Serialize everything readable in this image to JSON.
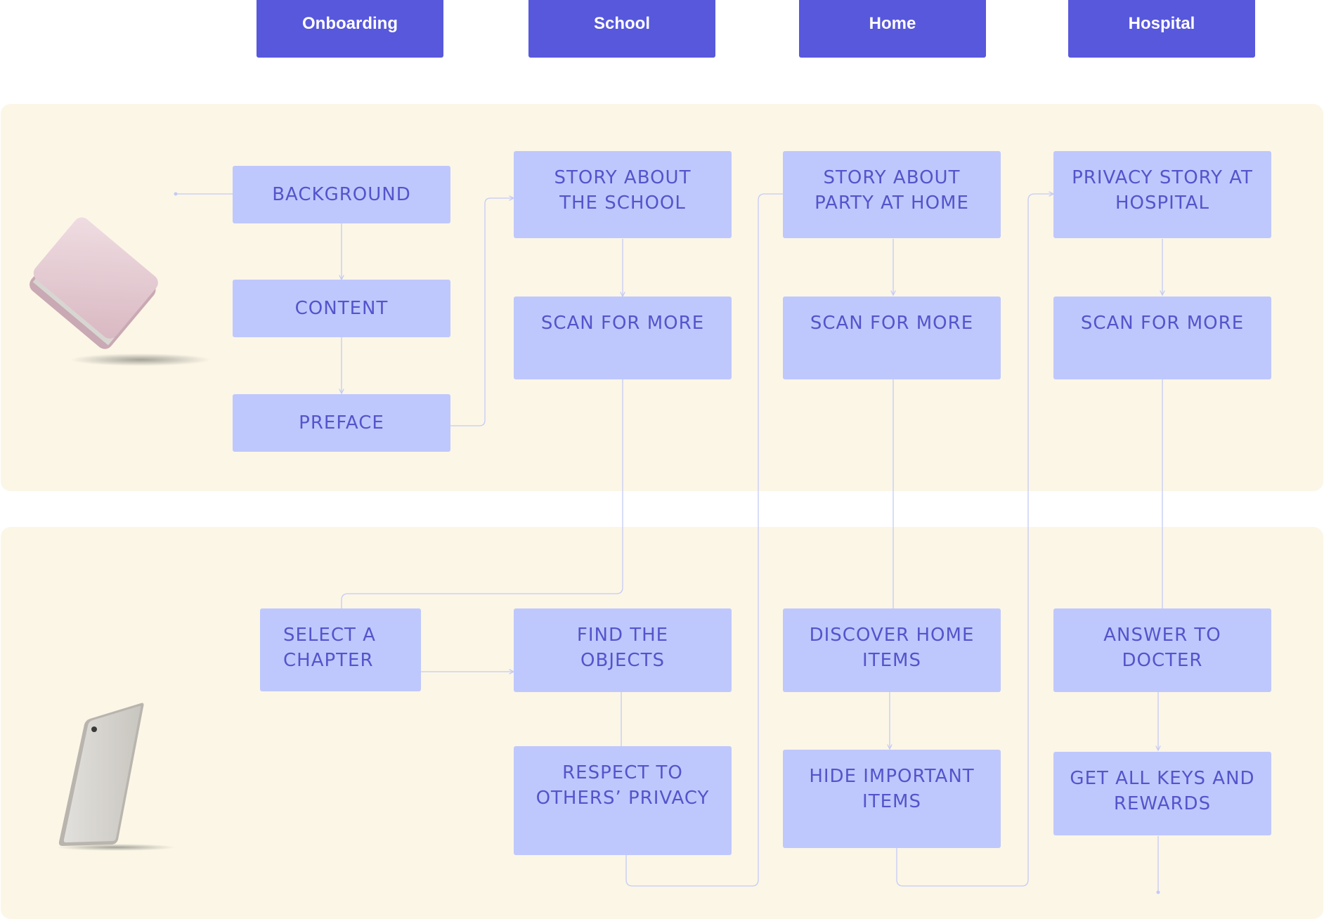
{
  "columns": {
    "onboarding": "Onboarding",
    "school": "School",
    "home": "Home",
    "hospital": "Hospital"
  },
  "nodes": {
    "background": "BACKGROUND",
    "content": "CONTENT",
    "preface": "PREFACE",
    "story_school": "STORY ABOUT THE SCHOOL",
    "story_home": "STORY ABOUT PARTY AT HOME",
    "story_hospital": "PRIVACY STORY AT HOSPITAL",
    "scan_school": "SCAN FOR MORE",
    "scan_home": "SCAN FOR MORE",
    "scan_hospital": "SCAN FOR MORE",
    "select_chapter": "SELECT A CHAPTER",
    "find_objects": "FIND THE OBJECTS",
    "discover_home": "DISCOVER HOME ITEMS",
    "answer_docter": "ANSWER TO DOCTER",
    "respect_privacy": "RESPECT TO OTHERS’ PRIVACY",
    "hide_items": "HIDE IMPORTANT ITEMS",
    "get_keys": "GET ALL KEYS AND REWARDS"
  },
  "colors": {
    "header_bg": "#5858dc",
    "node_bg": "#bfc8fc",
    "node_text": "#5454cc",
    "lane_bg": "#fcf6e7",
    "connector": "#c3cbf5"
  },
  "icons": {
    "book": "book-device-icon",
    "tablet": "tablet-device-icon"
  }
}
